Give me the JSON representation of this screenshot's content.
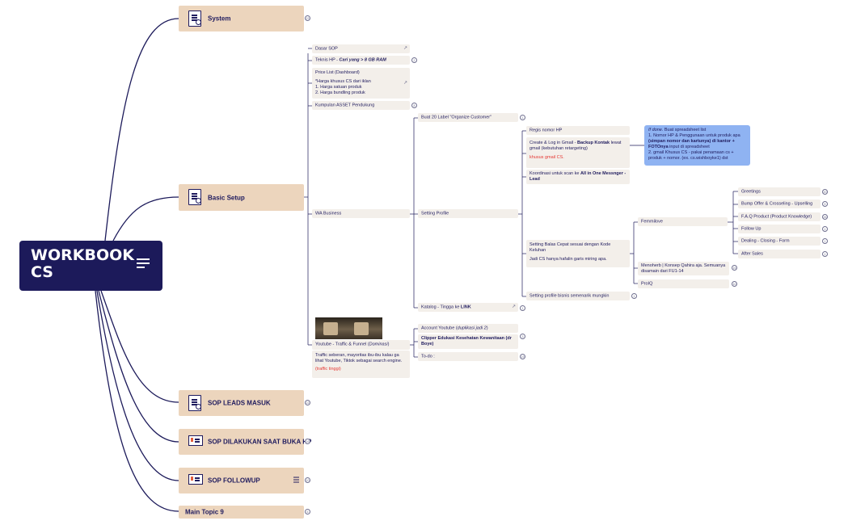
{
  "root": {
    "title": "WORKBOOK CS",
    "menu_icon": "lines-icon"
  },
  "main_topics": [
    {
      "label": "System",
      "icon": "document-search-icon",
      "count": "22"
    },
    {
      "label": "Basic Setup",
      "icon": "document-search-icon"
    },
    {
      "label": "SOP LEADS MASUK",
      "icon": "document-search-icon",
      "count": "22"
    },
    {
      "label": "SOP DILAKUKAN SAAT BUKA HP",
      "icon": "presentation-icon",
      "count": "16"
    },
    {
      "label": "SOP FOLLOWUP",
      "icon": "presentation-icon",
      "count": "10"
    },
    {
      "label": "Main Topic 9",
      "count": "6"
    }
  ],
  "basic_setup": {
    "dasar_sop": "Dasar SOP",
    "teknis_hp_prefix": "Teknis HP - ",
    "teknis_hp_em": "Cari yang > 8 GB RAM",
    "teknis_count": "2",
    "price_list_title": "Price List (Dashboard)",
    "price_list_l1": "*Harga khusus CS dari iklan",
    "price_list_l2": "1. Harga satuan produk",
    "price_list_l3": "2. Harga bundling produk",
    "kumpulan_asset": "Kumpulan ASSET Pendukung",
    "kumpulan_count": "8",
    "wa_business": "WA Business",
    "youtube_prefix": "Youtube - Traffic & Funnel (",
    "youtube_em": "Dominasi",
    "youtube_suffix": ")",
    "traffic_text": "Traffic seberan, mayoritas ibu-ibu kalau ga lihat Youtube, Tiktok sebagai search engine.",
    "traffic_tinggi": "(traffic tinggi)"
  },
  "wa_business": {
    "buat_label": "Buat 20 Label \"Organize Customer\"",
    "buat_count": "1",
    "setting_profile": "Setting Profile",
    "katalog_prefix": "Katalog - Tingga ke ",
    "katalog_bold": "LINK",
    "katalog_count": "1"
  },
  "youtube": {
    "account_prefix": "Account Youtube (",
    "account_em": "duplikasi jadi 2",
    "account_suffix": ")",
    "clipper": "Clipper Edukasi Kesehatan Kewanitaan (dr Boye)",
    "clipper_count": "3",
    "todo": "To-do :",
    "todo_count": "19"
  },
  "setting_profile": {
    "regis": "Regis nomor HP",
    "create_prefix": "Create & Log in Gmail - ",
    "create_bold": "Backup Kontak",
    "create_suffix": " lewat gmail (kebutuhan retargeting)",
    "khusus_gmail": "khusus gmail CS.",
    "koordinasi_prefix": "Koordinasi untuk scan ke ",
    "koordinasi_bold": "All in One Messnger - Lead",
    "balas_title": "Setting Balas Cepat sesuai dengan Kode Keluhan",
    "balas_note": "Jadi CS hanya hafalin garis miring apa.",
    "bisnis": "Setting profile bisnis semenarik mungkin",
    "bisnis_count": "1"
  },
  "note_blue": {
    "l1_em": "If done.",
    "l1_rest": " Buat spreadsheet list",
    "l2": "1. Nomor HP & Penggunaan untuk produk apa",
    "l3_bold": "(simpan nomor dan kartunya) di kantor + FOTOnya",
    "l3_rest": " input di spreadsheet",
    "l4": "2. gmail Khusus CS - pakai penamaan cs + produk + nomor. (ex. cs.wishboyke1) dst"
  },
  "balas_children": [
    {
      "label": "Femmilove"
    },
    {
      "label": "Menoherb | Konsep Qahira aja. Semuanya disamain dari FU1-14",
      "count": "15"
    },
    {
      "label": "ProIQ",
      "count": "10"
    }
  ],
  "femmilove_children": [
    {
      "label": "Greetings",
      "count": "20"
    },
    {
      "label": "Bump Offer & Crosseling - Upselling",
      "count": "5"
    },
    {
      "label": "F.A.Q Product (Product Knowledge)",
      "count": "26"
    },
    {
      "label": "Follow Up",
      "count": "1"
    },
    {
      "label": "Dealing - Closing - Form",
      "count": "1"
    },
    {
      "label": "After Sales",
      "count": "1"
    }
  ]
}
